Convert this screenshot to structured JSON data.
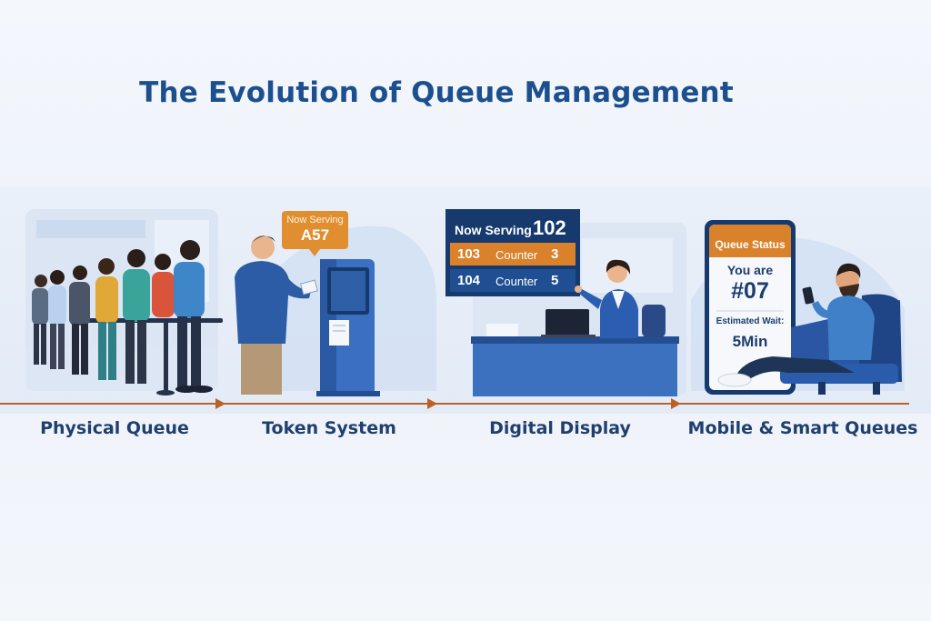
{
  "title": "The Evolution of Queue Management",
  "stages": [
    {
      "label": "Physical Queue"
    },
    {
      "label": "Token System"
    },
    {
      "label": "Digital Display"
    },
    {
      "label": "Mobile & Smart Queues"
    }
  ],
  "token": {
    "caption": "Now Serving",
    "number": "A57"
  },
  "display": {
    "header_label": "Now Serving",
    "header_number": "102",
    "rows": [
      {
        "ticket": "103",
        "counter_label": "Counter",
        "counter": "3"
      },
      {
        "ticket": "104",
        "counter_label": "Counter",
        "counter": "5"
      }
    ]
  },
  "phone": {
    "header": "Queue Status",
    "you_are": "You are",
    "position": "#07",
    "wait_label": "Estimated Wait:",
    "wait_value": "5Min"
  },
  "colors": {
    "title": "#1c4f8e",
    "navy": "#16396e",
    "blue": "#2e63b0",
    "orange": "#d9822b",
    "timeline": "#b8622a"
  }
}
